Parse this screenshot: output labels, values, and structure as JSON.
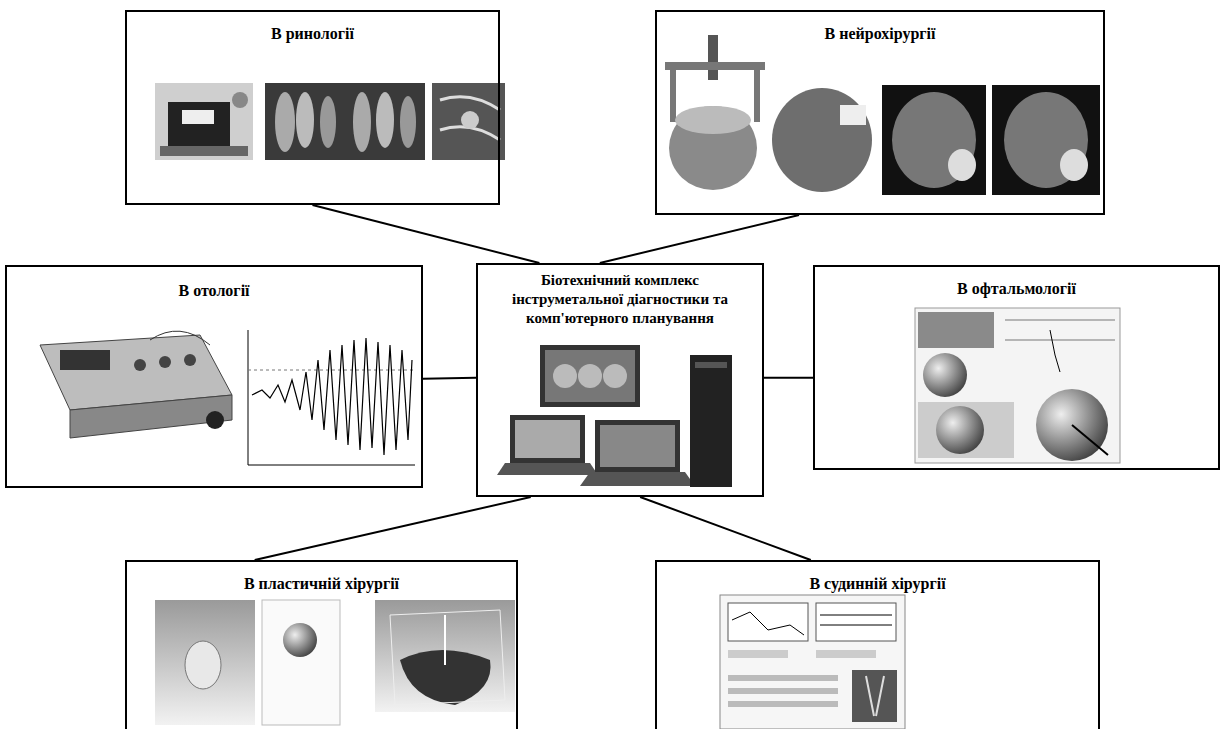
{
  "diagram": {
    "nodes": [
      {
        "text": [
          "В ринології"
        ]
      },
      {
        "text": [
          "В нейрохірургії"
        ]
      },
      {
        "text": [
          "В отології"
        ]
      },
      {
        "text": [
          "Біотехнічний комплекс інструметальної діагностики та комп'ютерного планування"
        ]
      },
      {
        "text": [
          "В офтальмології"
        ]
      },
      {
        "text": [
          "В пластичній хірургії"
        ]
      },
      {
        "text": [
          "В судинній хірургії"
        ]
      }
    ],
    "edges": [
      {
        "from": 3,
        "to": 0,
        "arrow": "none"
      },
      {
        "from": 3,
        "to": 1,
        "arrow": "none"
      },
      {
        "from": 3,
        "to": 2,
        "arrow": "none"
      },
      {
        "from": 3,
        "to": 4,
        "arrow": "none"
      },
      {
        "from": 3,
        "to": 5,
        "arrow": "none"
      },
      {
        "from": 3,
        "to": 6,
        "arrow": "none"
      }
    ]
  }
}
